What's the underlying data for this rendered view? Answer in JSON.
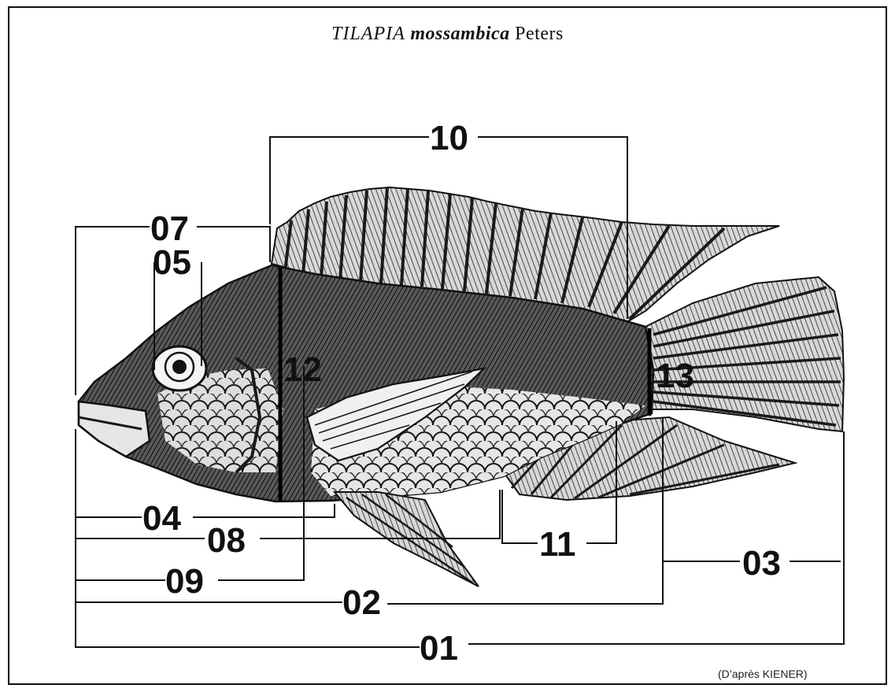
{
  "figure": {
    "title_genus": "TILAPIA",
    "title_species": "mossambica",
    "title_author": "Peters",
    "credit": "(D’après KIENER)"
  },
  "measurements": [
    {
      "id": "01",
      "label": "01"
    },
    {
      "id": "02",
      "label": "02"
    },
    {
      "id": "03",
      "label": "03"
    },
    {
      "id": "04",
      "label": "04"
    },
    {
      "id": "05",
      "label": "05"
    },
    {
      "id": "07",
      "label": "07"
    },
    {
      "id": "08",
      "label": "08"
    },
    {
      "id": "09",
      "label": "09"
    },
    {
      "id": "10",
      "label": "10"
    },
    {
      "id": "11",
      "label": "11"
    },
    {
      "id": "12",
      "label": "12"
    },
    {
      "id": "13",
      "label": "13"
    }
  ],
  "colors": {
    "ink": "#111111",
    "paper": "#ffffff"
  }
}
